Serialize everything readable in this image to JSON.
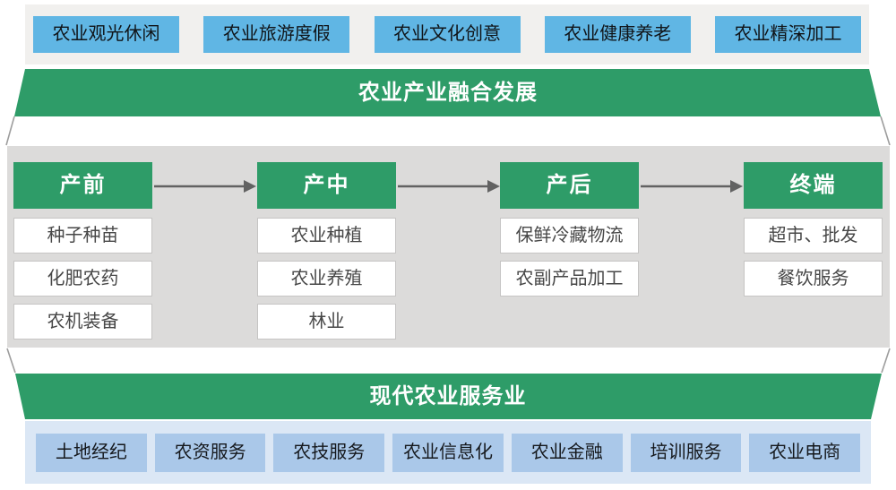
{
  "banners": {
    "top": "农业产业融合发展",
    "bottom": "现代农业服务业"
  },
  "top_boxes": [
    "农业观光休闲",
    "农业旅游度假",
    "农业文化创意",
    "农业健康养老",
    "农业精深加工"
  ],
  "chain": {
    "columns": [
      {
        "header": "产前",
        "items": [
          "种子种苗",
          "化肥农药",
          "农机装备"
        ]
      },
      {
        "header": "产中",
        "items": [
          "农业种植",
          "农业养殖",
          "林业"
        ]
      },
      {
        "header": "产后",
        "items": [
          "保鲜冷藏物流",
          "农副产品加工"
        ]
      },
      {
        "header": "终端",
        "items": [
          "超市、批发",
          "餐饮服务"
        ]
      }
    ]
  },
  "bottom_boxes": [
    "土地经纪",
    "农资服务",
    "农技服务",
    "农业信息化",
    "农业金融",
    "培训服务",
    "农业电商"
  ],
  "colors": {
    "banner_green": "#2e9c68",
    "top_box_blue": "#60b6e4",
    "bottom_box_blue": "#aac8e9",
    "top_strip_bg": "#f1f0ee",
    "bottom_strip_bg": "#dbe7f5",
    "panel_gray": "#dcdbda",
    "arrow_gray": "#626262",
    "fold_line_gray": "#9d9d9d"
  }
}
